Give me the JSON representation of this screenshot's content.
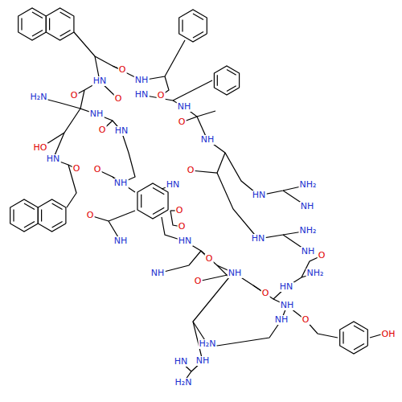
{
  "diagram": {
    "labels": [
      "O",
      "HN",
      "NH",
      "HN",
      "O",
      "H₂N",
      "O",
      "O",
      "NH",
      "NH",
      "O",
      "HN",
      "O",
      "NH",
      "HO",
      "HN",
      "O",
      "O",
      "NH",
      "O",
      "HN",
      "HN",
      "NH₂",
      "NH",
      "HN",
      "NH₂",
      "NH",
      "O",
      "O",
      "O",
      "NH",
      "HN",
      "O",
      "NH",
      "O",
      "NH",
      "O",
      "NH",
      "O",
      "NH₂",
      "HN",
      "O",
      "NH",
      "H₂N",
      "HN",
      "NH",
      "H₂N",
      "OH"
    ]
  }
}
